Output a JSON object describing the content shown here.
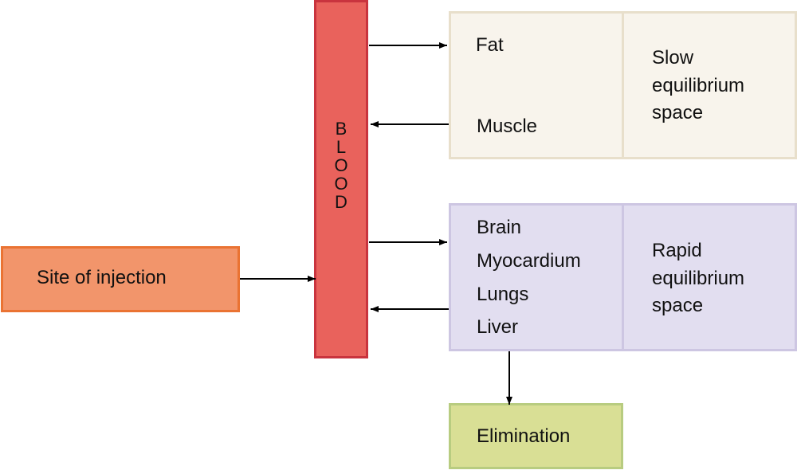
{
  "diagram": {
    "injection": {
      "label": "Site of injection",
      "fill": "#f2956b",
      "border": "#ea7333"
    },
    "blood": {
      "letters": [
        "B",
        "L",
        "O",
        "O",
        "D"
      ],
      "fill": "#e9625c",
      "border": "#c9343e"
    },
    "slow": {
      "tissues": [
        "Fat",
        "Muscle"
      ],
      "space_label": [
        "Slow",
        "equilibrium",
        "space"
      ],
      "fill": "#f8f4ec",
      "border": "#e8dfcb"
    },
    "rapid": {
      "tissues": [
        "Brain",
        "Myocardium",
        "Lungs",
        "Liver"
      ],
      "space_label": [
        "Rapid",
        "equilibrium",
        "space"
      ],
      "fill": "#e2def0",
      "border": "#cdc6e2"
    },
    "elimination": {
      "label": "Elimination",
      "fill": "#d9df95",
      "border": "#b8cc80"
    }
  }
}
